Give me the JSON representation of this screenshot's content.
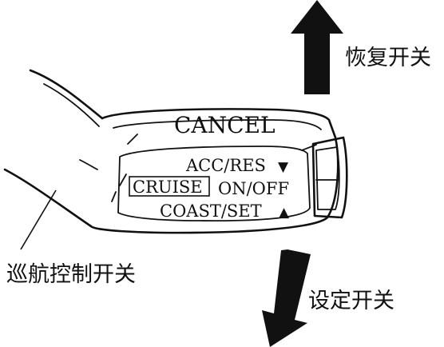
{
  "labels": {
    "resume_switch": "恢复开关",
    "set_switch": "设定开关",
    "cruise_control_switch": "巡航控制开关"
  },
  "lever": {
    "cancel": "CANCEL",
    "acc_res": "ACC/RES",
    "acc_res_symbol": "▼",
    "cruise": "CRUISE",
    "on_off": "ON/OFF",
    "coast_set": "COAST/SET",
    "coast_set_symbol": "▲"
  },
  "icons": {
    "up_arrow": "arrow-up-icon",
    "down_arrow": "arrow-down-icon"
  },
  "colors": {
    "ink": "#111111",
    "background": "#ffffff"
  }
}
